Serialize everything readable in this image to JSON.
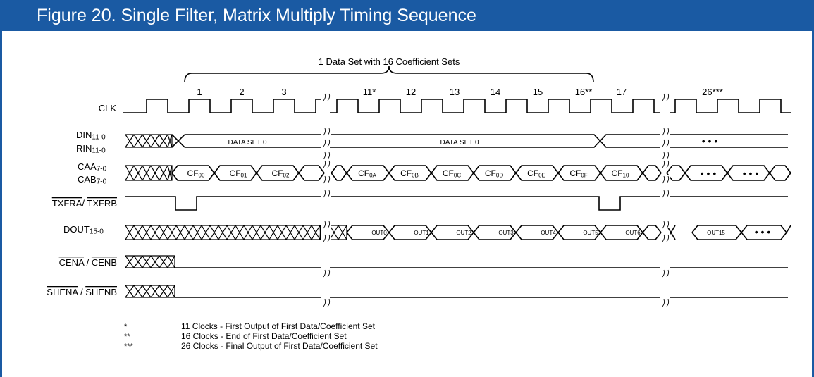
{
  "colors": {
    "header_bg": "#1a5aa3",
    "header_text": "#ffffff",
    "line": "#000000"
  },
  "figure_title": "Figure 20. Single Filter, Matrix Multiply Timing Sequence",
  "brace_label": "1 Data Set with 16 Coefficient Sets",
  "clock_numbers": [
    "1",
    "2",
    "3",
    "11*",
    "12",
    "13",
    "14",
    "15",
    "16**",
    "17",
    "26***"
  ],
  "signals": {
    "clk": "CLK",
    "din": {
      "base": "DIN",
      "sub": "11-0"
    },
    "rin": {
      "base": "RIN",
      "sub": "11-0"
    },
    "caa": {
      "base": "CAA",
      "sub": "7-0"
    },
    "cab": {
      "base": "CAB",
      "sub": "7-0"
    },
    "txfr": {
      "a": "TXFRA",
      "sep": "/ ",
      "b": "TXFRB"
    },
    "dout": {
      "base": "DOUT",
      "sub": "15-0"
    },
    "cen": {
      "a": "CENA",
      "sep": " / ",
      "b": "CENB"
    },
    "shen": {
      "a": "SHENA",
      "sep": " / ",
      "b": "SHENB"
    }
  },
  "data_labels": {
    "set0_a": "DATA SET 0",
    "set0_b": "DATA SET 0",
    "dots": "• • •"
  },
  "coef_labels": [
    {
      "base": "CF",
      "sub": "00"
    },
    {
      "base": "CF",
      "sub": "01"
    },
    {
      "base": "CF",
      "sub": "02"
    },
    {
      "base": "CF",
      "sub": "0A"
    },
    {
      "base": "CF",
      "sub": "0B"
    },
    {
      "base": "CF",
      "sub": "0C"
    },
    {
      "base": "CF",
      "sub": "0D"
    },
    {
      "base": "CF",
      "sub": "0E"
    },
    {
      "base": "CF",
      "sub": "0F"
    },
    {
      "base": "CF",
      "sub": "10"
    }
  ],
  "out_labels": [
    "OUT0",
    "OUT1",
    "OUT2",
    "OUT3",
    "OUT4",
    "OUT5",
    "OUT6",
    "OUT15"
  ],
  "notes": [
    {
      "mark": "*",
      "text": "11 Clocks - First Output of First Data/Coefficient Set"
    },
    {
      "mark": "**",
      "text": "16 Clocks - End of First Data/Coefficient Set"
    },
    {
      "mark": "***",
      "text": "26 Clocks - Final Output of First Data/Coefficient Set"
    }
  ]
}
